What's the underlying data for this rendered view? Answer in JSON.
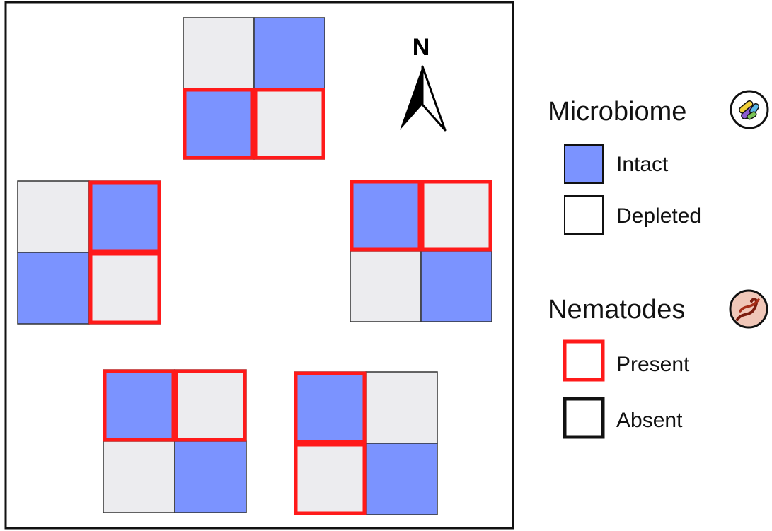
{
  "colors": {
    "intact": "#7b93ff",
    "depleted": "#ececef",
    "present": "#ff1a1a",
    "absent": "#111111",
    "frame": "#111111"
  },
  "north": {
    "label": "N",
    "icon": "north-arrow-icon"
  },
  "plots": [
    {
      "id": "north-plot",
      "cells": [
        {
          "microbiome": "Depleted",
          "nematodes": "Absent"
        },
        {
          "microbiome": "Intact",
          "nematodes": "Absent"
        },
        {
          "microbiome": "Intact",
          "nematodes": "Present"
        },
        {
          "microbiome": "Depleted",
          "nematodes": "Present"
        }
      ]
    },
    {
      "id": "west-plot",
      "cells": [
        {
          "microbiome": "Depleted",
          "nematodes": "Absent"
        },
        {
          "microbiome": "Intact",
          "nematodes": "Present"
        },
        {
          "microbiome": "Intact",
          "nematodes": "Absent"
        },
        {
          "microbiome": "Depleted",
          "nematodes": "Present"
        }
      ]
    },
    {
      "id": "east-plot",
      "cells": [
        {
          "microbiome": "Intact",
          "nematodes": "Present"
        },
        {
          "microbiome": "Depleted",
          "nematodes": "Present"
        },
        {
          "microbiome": "Depleted",
          "nematodes": "Absent"
        },
        {
          "microbiome": "Intact",
          "nematodes": "Absent"
        }
      ]
    },
    {
      "id": "southwest-plot",
      "cells": [
        {
          "microbiome": "Intact",
          "nematodes": "Present"
        },
        {
          "microbiome": "Depleted",
          "nematodes": "Present"
        },
        {
          "microbiome": "Depleted",
          "nematodes": "Absent"
        },
        {
          "microbiome": "Intact",
          "nematodes": "Absent"
        }
      ]
    },
    {
      "id": "southeast-plot",
      "cells": [
        {
          "microbiome": "Intact",
          "nematodes": "Present"
        },
        {
          "microbiome": "Depleted",
          "nematodes": "Absent"
        },
        {
          "microbiome": "Depleted",
          "nematodes": "Present"
        },
        {
          "microbiome": "Intact",
          "nematodes": "Absent"
        }
      ]
    }
  ],
  "legend": {
    "microbiome": {
      "title": "Microbiome",
      "icon": "microbe-icon",
      "intact_label": "Intact",
      "depleted_label": "Depleted"
    },
    "nematodes": {
      "title": "Nematodes",
      "icon": "nematode-icon",
      "present_label": "Present",
      "absent_label": "Absent"
    }
  }
}
